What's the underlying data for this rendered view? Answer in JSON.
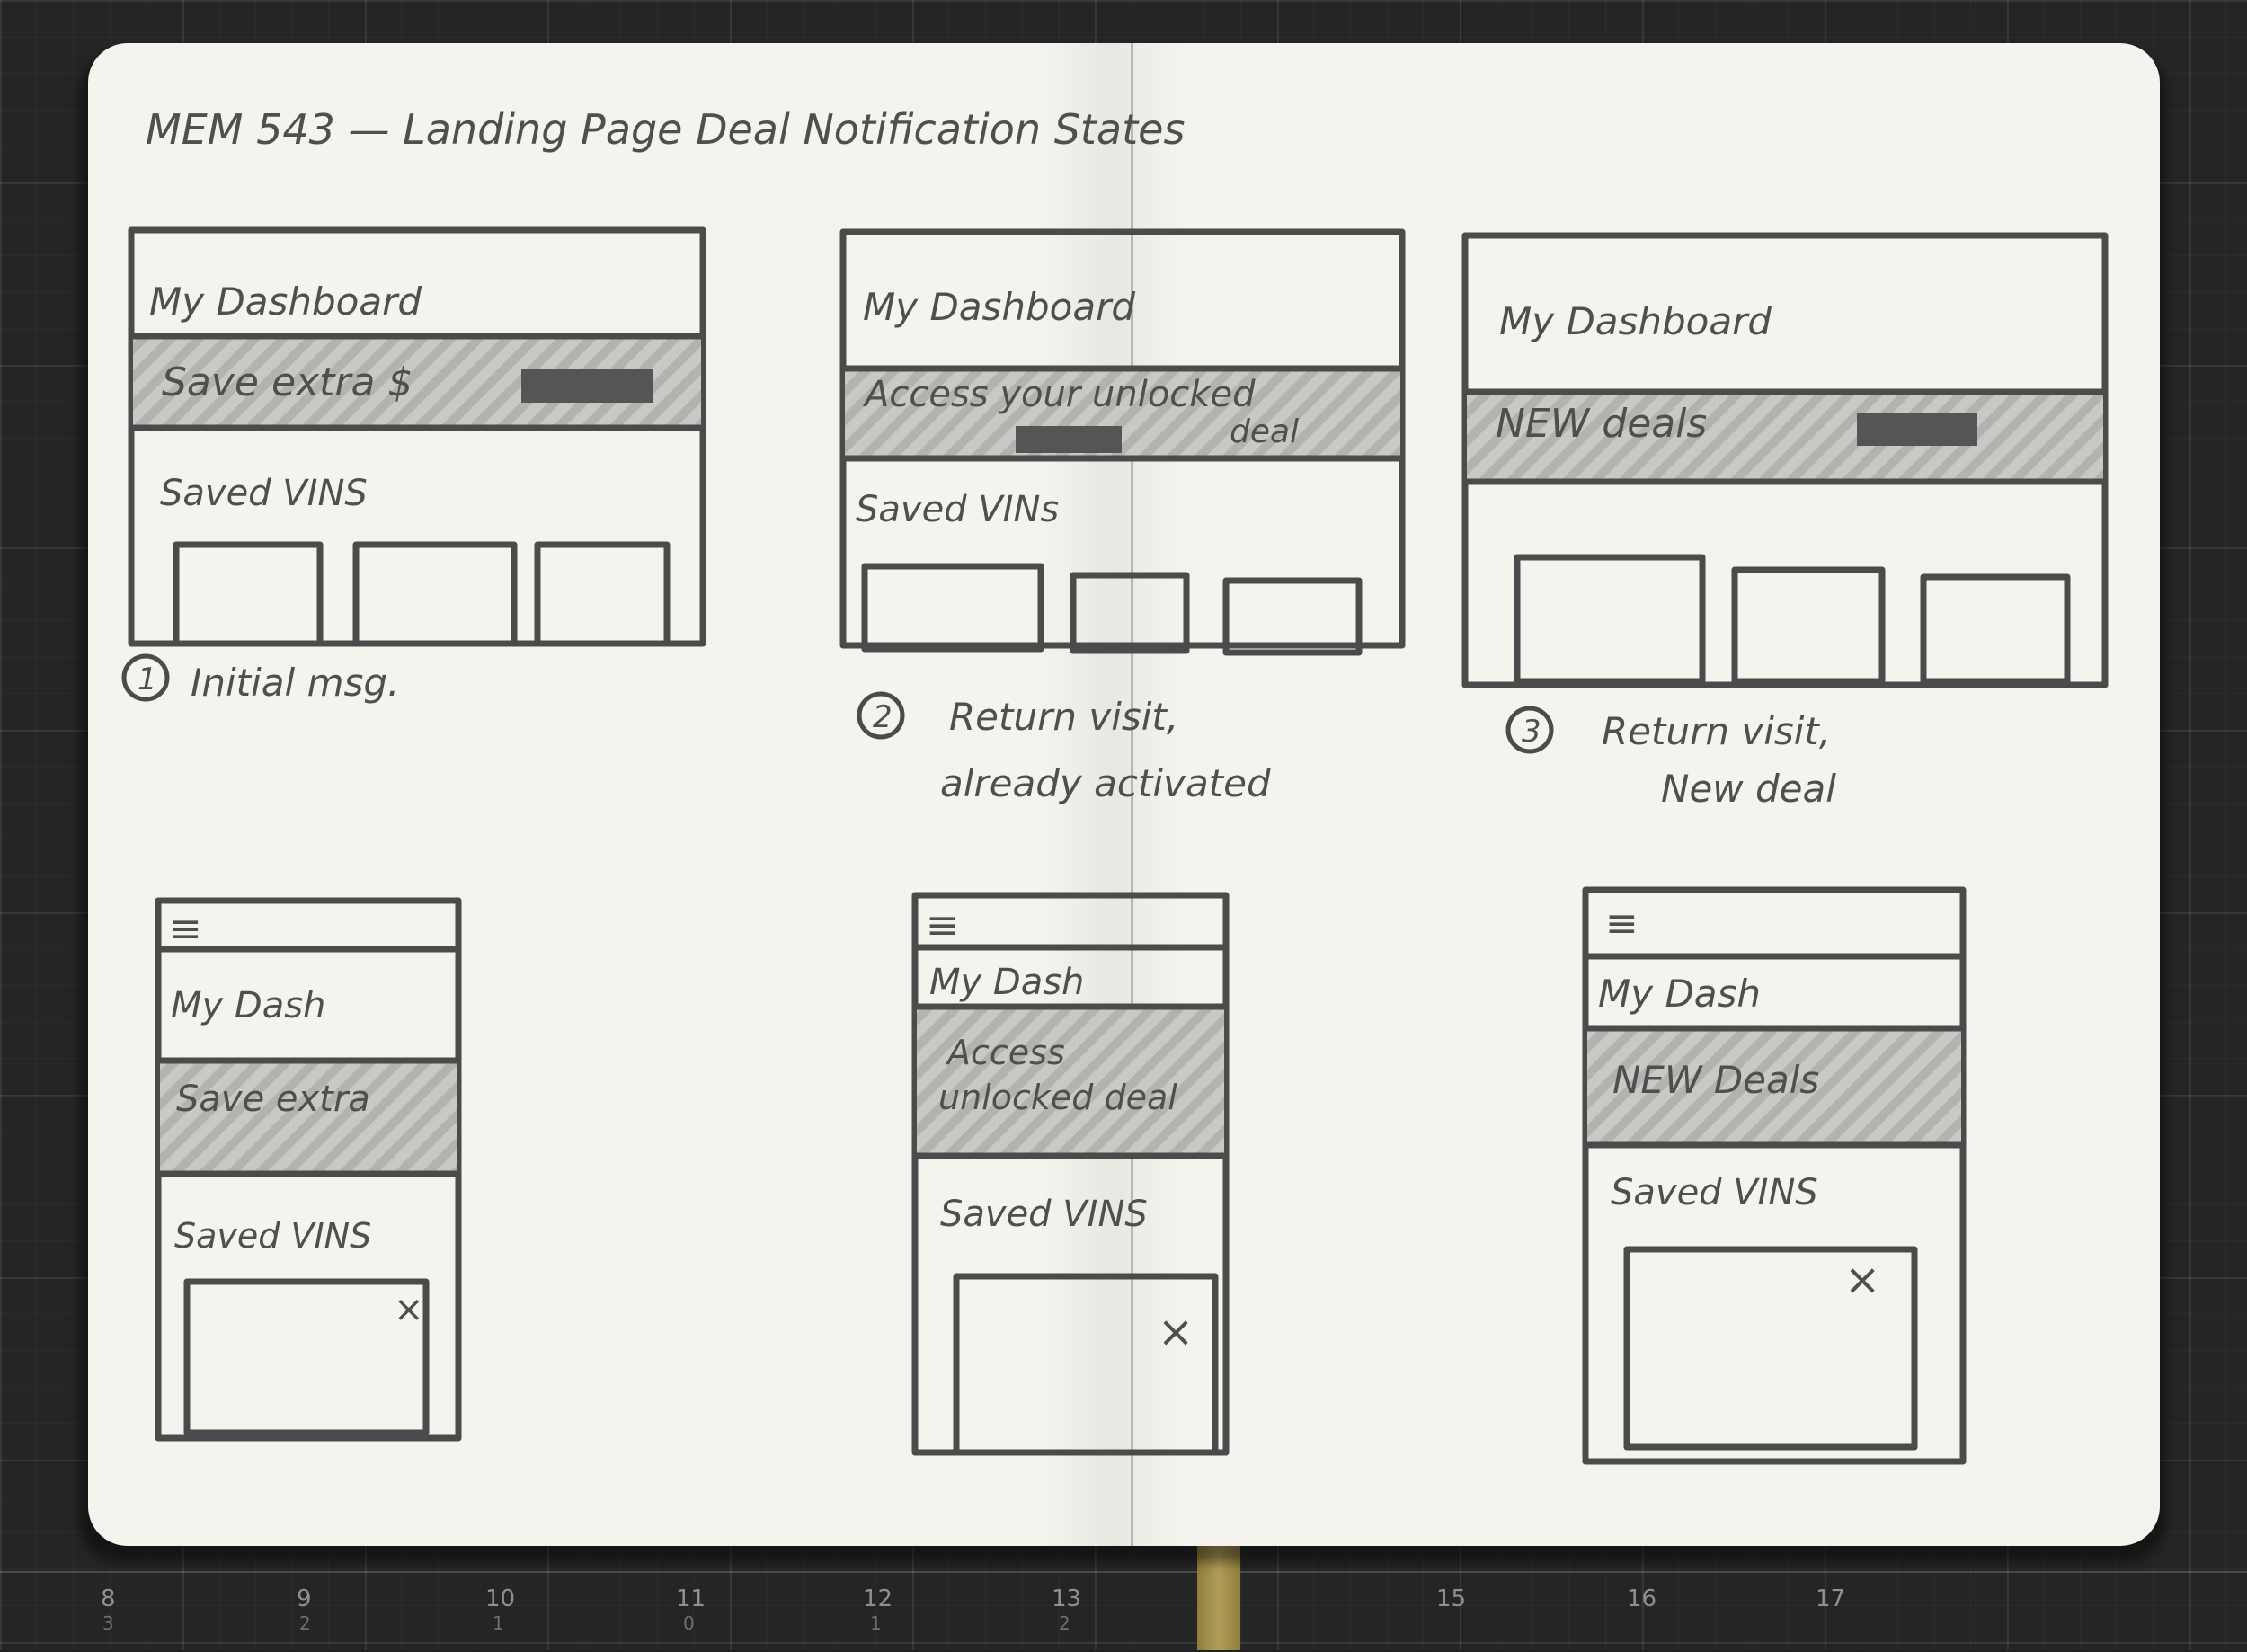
{
  "notebook": {
    "title": "MEM 543 — Landing Page Deal Notification States"
  },
  "desktop": [
    {
      "header": "My Dashboard",
      "banner": "Save extra $",
      "section": "Saved VINS",
      "caption_num": "1",
      "caption": "Initial msg."
    },
    {
      "header": "My Dashboard",
      "banner_line1": "Access your unlocked",
      "banner_line2": "deal",
      "section": "Saved VINs",
      "caption_num": "2",
      "caption_line1": "Return visit,",
      "caption_line2": "already activated"
    },
    {
      "header": "My Dashboard",
      "banner": "NEW deals",
      "caption_num": "3",
      "caption_line1": "Return visit,",
      "caption_line2": "New deal"
    }
  ],
  "mobile": [
    {
      "menu_glyph": "≡",
      "header": "My Dash",
      "banner": "Save extra",
      "section": "Saved VINS",
      "close_glyph": "×"
    },
    {
      "menu_glyph": "≡",
      "header": "My Dash",
      "banner_line1": "Access",
      "banner_line2": "unlocked deal",
      "section": "Saved VINS",
      "close_glyph": "×"
    },
    {
      "menu_glyph": "≡",
      "header": "My Dash",
      "banner": "NEW Deals",
      "section": "Saved VINS",
      "close_glyph": "×"
    }
  ],
  "ruler": {
    "marks": [
      "8",
      "9",
      "10",
      "11",
      "12",
      "13",
      "15",
      "16",
      "17"
    ],
    "subs": [
      "3",
      "2",
      "1",
      "0",
      "1",
      "2"
    ]
  }
}
